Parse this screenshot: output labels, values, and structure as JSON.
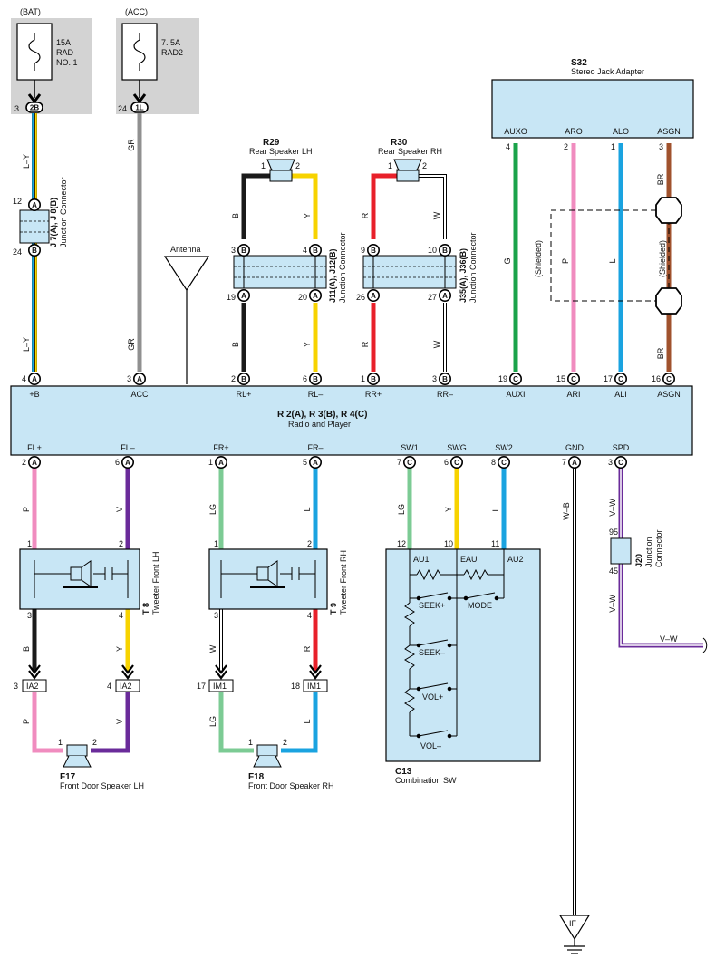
{
  "colors": {
    "box_fill": "#c8e6f5",
    "fuse_bg": "#d3d3d3",
    "wire_lightgreen": "#7ccb94",
    "wire_green": "#1aa34a",
    "wire_pink": "#f08cbf",
    "wire_blue": "#1aa3e0",
    "wire_brown": "#a0522d",
    "wire_red": "#e8202a",
    "wire_yellow": "#f7d300",
    "wire_violet": "#6a2b9a",
    "wire_gray": "#909090",
    "wire_black": "#1a1a1a"
  },
  "fuses": [
    {
      "source": "(BAT)",
      "rating": "15A",
      "line1": "RAD",
      "line2": "NO. 1",
      "pin": "3",
      "conn": "2B"
    },
    {
      "source": "(ACC)",
      "rating": "7. 5A",
      "line1": "RAD2",
      "line2": "",
      "pin": "24",
      "conn": "1L"
    }
  ],
  "wire_codes": {
    "ly": "L–Y",
    "gr": "GR",
    "b": "B",
    "y": "Y",
    "r": "R",
    "w": "W",
    "g": "G",
    "p": "P",
    "l": "L",
    "br": "BR",
    "v": "V",
    "lg": "LG",
    "wb": "W–B",
    "vw": "V–W"
  },
  "j7": {
    "id": "J 7(A), J 8(B)",
    "name": "Junction Connector",
    "pin_top": "12",
    "pin_top_letter": "A",
    "pin_bottom": "24",
    "pin_bottom_letter": "B"
  },
  "antenna": {
    "label": "Antenna"
  },
  "r29": {
    "id": "R29",
    "name": "Rear Speaker LH",
    "pin1": "1",
    "pin2": "2"
  },
  "r30": {
    "id": "R30",
    "name": "Rear Speaker RH",
    "pin1": "1",
    "pin2": "2"
  },
  "j11": {
    "id": "J11(A), J12(B)",
    "name": "Junction Connector",
    "tl_num": "3",
    "tl_let": "B",
    "tr_num": "4",
    "tr_let": "B",
    "bl_num": "19",
    "bl_let": "A",
    "br_num": "20",
    "br_let": "A"
  },
  "j35": {
    "id": "J35(A), J36(B)",
    "name": "Junction Connector",
    "tl_num": "9",
    "tl_let": "B",
    "tr_num": "10",
    "tr_let": "B",
    "bl_num": "26",
    "bl_let": "A",
    "br_num": "27",
    "br_let": "A"
  },
  "s32": {
    "id": "S32",
    "name": "Stereo Jack Adapter",
    "terminals": [
      {
        "label": "AUXO",
        "pin": "4"
      },
      {
        "label": "ARO",
        "pin": "2"
      },
      {
        "label": "ALO",
        "pin": "1"
      },
      {
        "label": "ASGN",
        "pin": "3"
      }
    ]
  },
  "shielded": "(Shielded)",
  "radio": {
    "id": "R 2(A), R 3(B), R 4(C)",
    "name": "Radio and Player",
    "top_terminals": [
      {
        "label": "+B",
        "num": "4",
        "let": "A"
      },
      {
        "label": "ACC",
        "num": "3",
        "let": "A"
      },
      {
        "label": "RL+",
        "num": "2",
        "let": "B"
      },
      {
        "label": "RL–",
        "num": "6",
        "let": "B"
      },
      {
        "label": "RR+",
        "num": "1",
        "let": "B"
      },
      {
        "label": "RR–",
        "num": "3",
        "let": "B"
      },
      {
        "label": "AUXI",
        "num": "19",
        "let": "C"
      },
      {
        "label": "ARI",
        "num": "15",
        "let": "C"
      },
      {
        "label": "ALI",
        "num": "17",
        "let": "C"
      },
      {
        "label": "ASGN",
        "num": "16",
        "let": "C"
      }
    ],
    "bottom_terminals": [
      {
        "label": "FL+",
        "num": "2",
        "let": "A"
      },
      {
        "label": "FL–",
        "num": "6",
        "let": "A"
      },
      {
        "label": "FR+",
        "num": "1",
        "let": "A"
      },
      {
        "label": "FR–",
        "num": "5",
        "let": "A"
      },
      {
        "label": "SW1",
        "num": "7",
        "let": "C"
      },
      {
        "label": "SWG",
        "num": "6",
        "let": "C"
      },
      {
        "label": "SW2",
        "num": "8",
        "let": "C"
      },
      {
        "label": "GND",
        "num": "7",
        "let": "A"
      },
      {
        "label": "SPD",
        "num": "3",
        "let": "C"
      }
    ]
  },
  "t8": {
    "id": "T 8",
    "name": "Tweeter Front LH",
    "pin1": "1",
    "pin2": "2",
    "pin3": "3",
    "pin4": "4"
  },
  "t9": {
    "id": "T 9",
    "name": "Tweeter Front RH",
    "pin1": "1",
    "pin2": "2",
    "pin3": "3",
    "pin4": "4"
  },
  "ia2": {
    "label": "IA2",
    "pin_a": "3",
    "pin_b": "4"
  },
  "im1": {
    "label": "IM1",
    "pin_a": "17",
    "pin_b": "18"
  },
  "f17": {
    "id": "F17",
    "name": "Front Door Speaker LH",
    "pin1": "1",
    "pin2": "2"
  },
  "f18": {
    "id": "F18",
    "name": "Front Door Speaker RH",
    "pin1": "1",
    "pin2": "2"
  },
  "c13": {
    "id": "C13",
    "name": "Combination SW",
    "pin_au1": "12",
    "pin_eau": "10",
    "pin_au2": "11",
    "au1": "AU1",
    "eau": "EAU",
    "au2": "AU2",
    "seek_plus": "SEEK+",
    "mode": "MODE",
    "seek_minus": "SEEK–",
    "vol_plus": "VOL+",
    "vol_minus": "VOL–"
  },
  "j20": {
    "id": "J20",
    "name1": "Junction",
    "name2": "Connector",
    "pin_top": "95",
    "pin_bottom": "45"
  },
  "ground": {
    "label": "IF"
  }
}
